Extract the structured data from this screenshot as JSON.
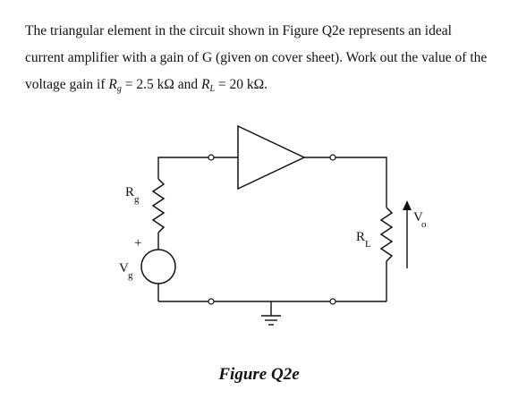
{
  "question": {
    "line1": "The triangular element in the circuit shown in Figure Q2e represents an ideal",
    "line2": "current amplifier with a gain of G (given on cover sheet). Work out the value of the",
    "line3_prefix": "voltage gain if ",
    "rg_symbol": "R",
    "rg_sub": "g",
    "rg_value": " = 2.5 kΩ and ",
    "rl_symbol": "R",
    "rl_sub": "L",
    "rl_value": " = 20 kΩ."
  },
  "circuit": {
    "rg_label": "R",
    "rg_label_sub": "g",
    "rl_label": "R",
    "rl_label_sub": "L",
    "vg_label": "V",
    "vg_label_sub": "g",
    "vo_label": "V",
    "vo_label_sub": "o",
    "plus_sign": "+"
  },
  "caption": "Figure Q2e"
}
